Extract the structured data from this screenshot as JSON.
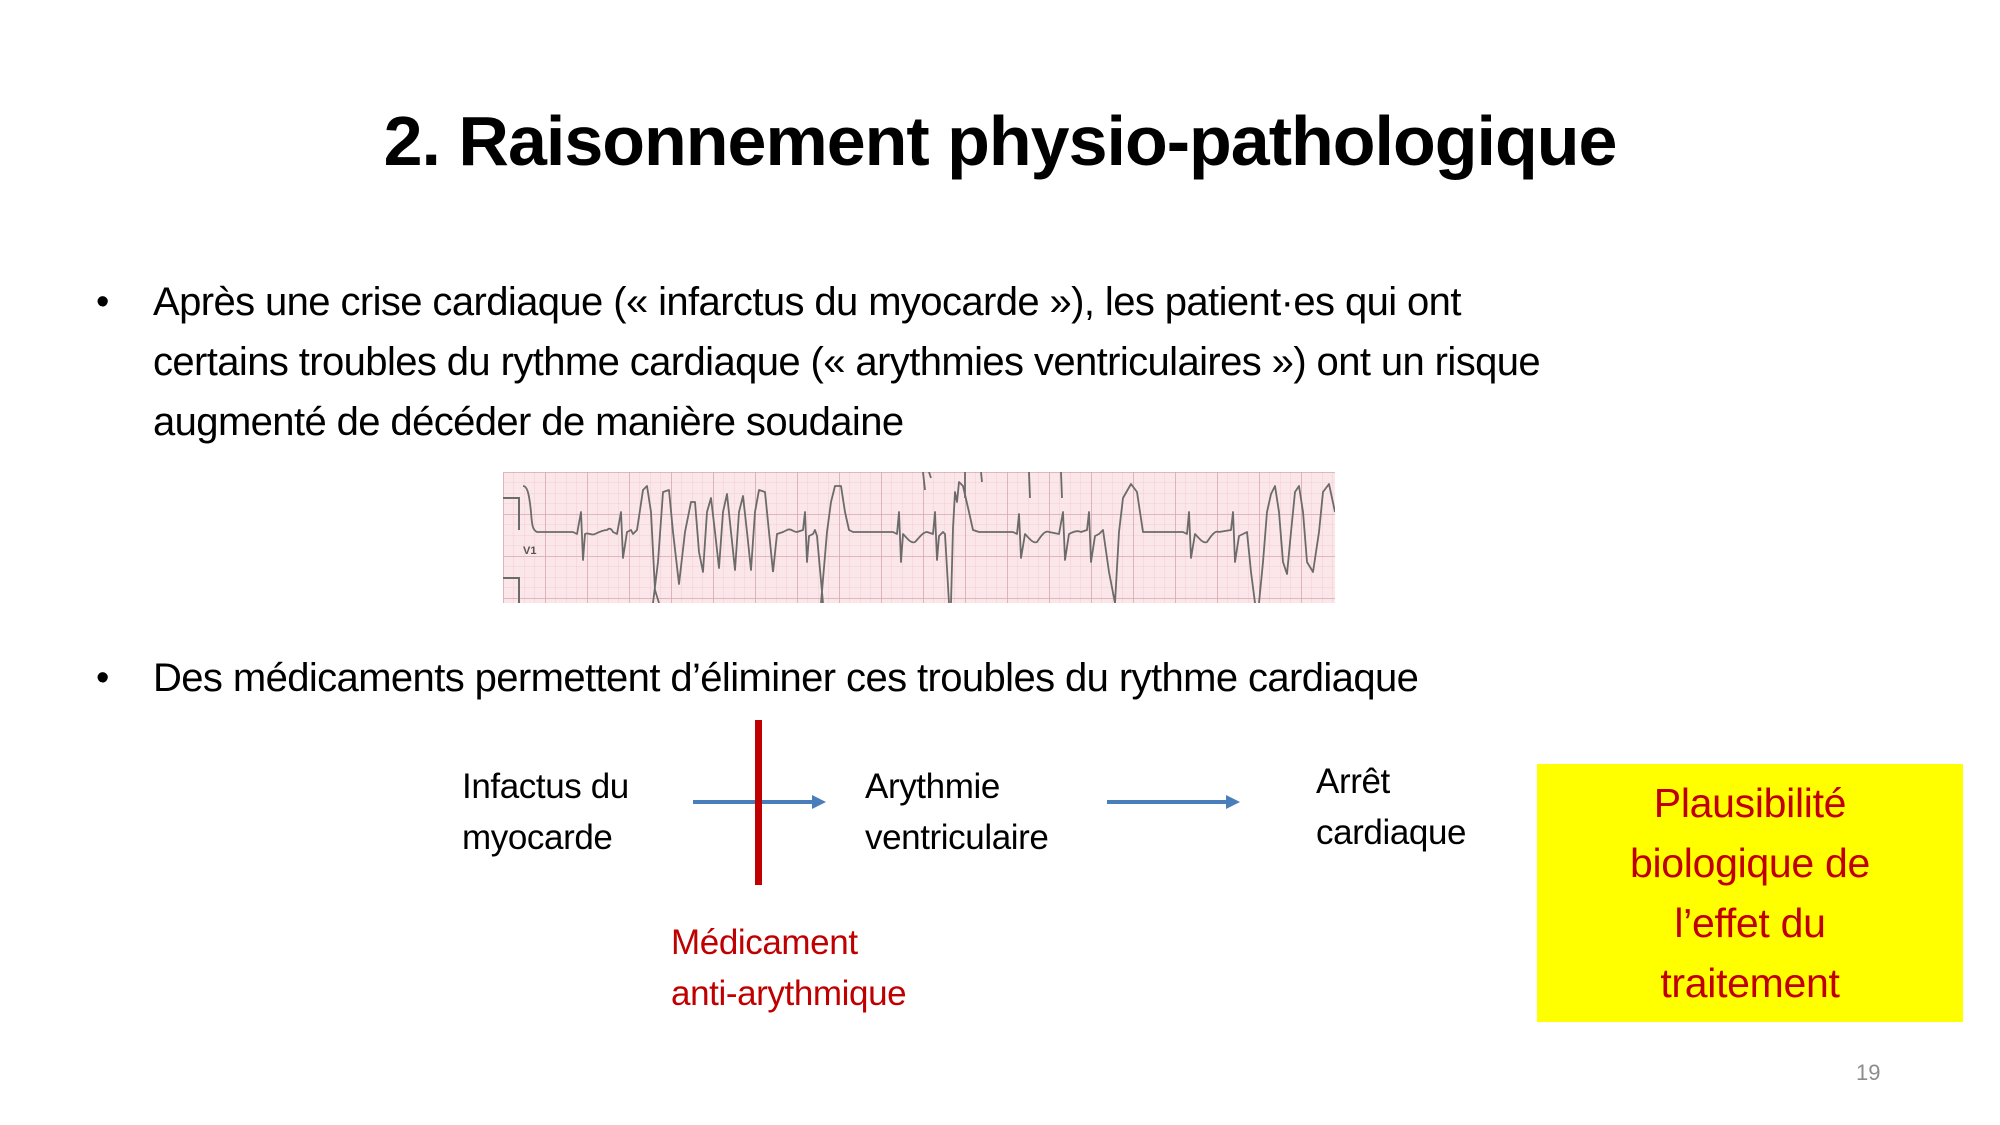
{
  "slide": {
    "title": "2. Raisonnement physio-pathologique",
    "page_number": "19",
    "bullets": [
      {
        "marker": "•",
        "lines": [
          "Après une crise cardiaque (« infarctus du myocarde »), les patient·es qui ont",
          "certains troubles du rythme cardiaque (« arythmies ventriculaires ») ont un risque",
          "augmenté de décéder de manière soudaine"
        ]
      },
      {
        "marker": "•",
        "lines": [
          "Des médicaments permettent d’éliminer ces troubles du rythme cardiaque"
        ]
      }
    ],
    "ecg_image": {
      "description": "ECG strip showing ventricular arrhythmia",
      "lead_label": "V1",
      "background_color": "#fbe6e9",
      "grid_color": "#d9a9b0",
      "trace_color": "#6b6b6b"
    },
    "diagram": {
      "nodes": [
        {
          "line1": "Infactus du",
          "line2": "myocarde"
        },
        {
          "line1": "Arythmie",
          "line2": "ventriculaire"
        },
        {
          "line1": "Arrêt",
          "line2": "cardiaque"
        }
      ],
      "arrow_color": "#4a7ebb",
      "blocker": {
        "line1": "Médicament",
        "line2": "anti-arythmique",
        "color": "#c00000"
      }
    },
    "callout": {
      "text": "Plausibilité\nbiologique de\nl’effet du\ntraitement",
      "background": "#ffff00",
      "text_color": "#c00000"
    }
  }
}
